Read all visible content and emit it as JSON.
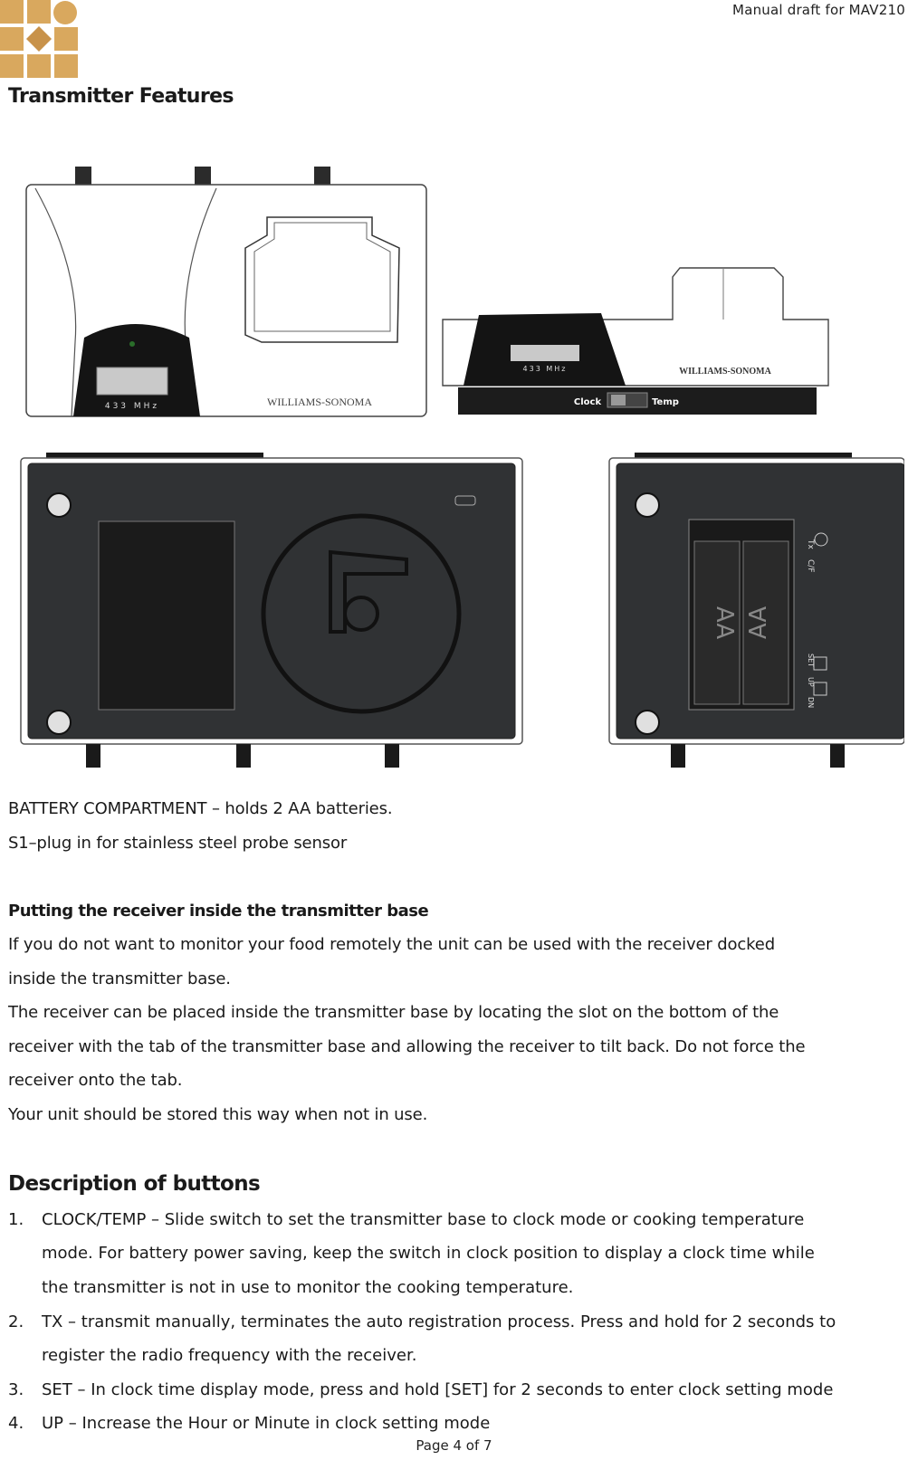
{
  "header": {
    "right_text": "Manual draft for MAV210"
  },
  "logo": {
    "name": "company-logo",
    "colors": {
      "tile": "#d9a85e",
      "dark": "#b88a3f"
    }
  },
  "section_title": "Transmitter Features",
  "figure": {
    "device_label_front": "433 MHz",
    "device_label_side": "433 MHz",
    "brand_front": "WILLIAMS-SONOMA",
    "brand_side": "WILLIAMS-SONOMA",
    "switch_left": "Clock",
    "switch_right": "Temp",
    "battery_left": "AA",
    "battery_right": "AA",
    "port_labels": [
      "Tx",
      "C/F",
      "SET",
      "UP",
      "DN"
    ]
  },
  "features": {
    "battery": "BATTERY COMPARTMENT – holds 2 AA batteries.",
    "s1": "S1–plug in for stainless steel probe sensor"
  },
  "receiver_section": {
    "heading": "Putting the receiver inside the transmitter base",
    "lines": [
      "If you do not want to monitor your food remotely the unit can be used with the receiver docked",
      "inside the transmitter base.",
      "The receiver can be placed inside the transmitter base by locating the slot on the bottom of the",
      "receiver with the tab of the transmitter base and allowing the receiver to tilt back. Do not force the",
      "receiver onto the tab.",
      "Your unit should be stored this way when not in use."
    ]
  },
  "buttons_section": {
    "heading": "Description of buttons",
    "items": [
      {
        "num": "1.",
        "lines": [
          "CLOCK/TEMP – Slide switch to set the transmitter base to clock mode or cooking temperature",
          "mode. For battery power saving, keep the switch in clock position to display a clock time while",
          "the transmitter is not in use to monitor the cooking temperature."
        ]
      },
      {
        "num": "2.",
        "lines": [
          "TX – transmit manually, terminates the auto registration process. Press and hold for 2 seconds to",
          "register the radio frequency with the receiver."
        ]
      },
      {
        "num": "3.",
        "lines": [
          "SET – In clock time display mode, press and hold [SET] for 2 seconds to enter clock setting mode"
        ]
      },
      {
        "num": "4.",
        "lines": [
          "UP – Increase the Hour or Minute in clock setting mode"
        ]
      }
    ]
  },
  "footer": {
    "page": "Page 4 of 7"
  }
}
